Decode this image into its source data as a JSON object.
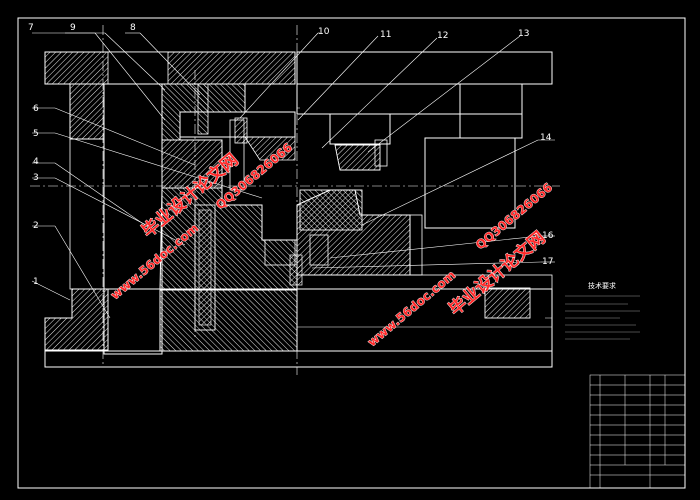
{
  "callouts": [
    {
      "id": "7",
      "label": "7"
    },
    {
      "id": "9",
      "label": "9"
    },
    {
      "id": "8",
      "label": "8"
    },
    {
      "id": "10",
      "label": "10"
    },
    {
      "id": "11",
      "label": "11"
    },
    {
      "id": "12",
      "label": "12"
    },
    {
      "id": "13",
      "label": "13"
    },
    {
      "id": "6",
      "label": "6"
    },
    {
      "id": "5",
      "label": "5"
    },
    {
      "id": "4",
      "label": "4"
    },
    {
      "id": "3",
      "label": "3"
    },
    {
      "id": "2",
      "label": "2"
    },
    {
      "id": "1",
      "label": "1"
    },
    {
      "id": "14",
      "label": "14"
    },
    {
      "id": "16",
      "label": "16"
    },
    {
      "id": "17",
      "label": "17"
    }
  ],
  "technical_requirements": {
    "title": "技术要求"
  },
  "watermarks": {
    "qq": "QQ306826066",
    "site": "www.56doc.com",
    "brand": "毕业设计论文网"
  },
  "colors": {
    "background": "#000000",
    "outline": "#ffffff",
    "hatch": "#ffffff",
    "centerline": "#ffffff",
    "leader": "#ffffff",
    "watermark": "#ff2a2a"
  }
}
